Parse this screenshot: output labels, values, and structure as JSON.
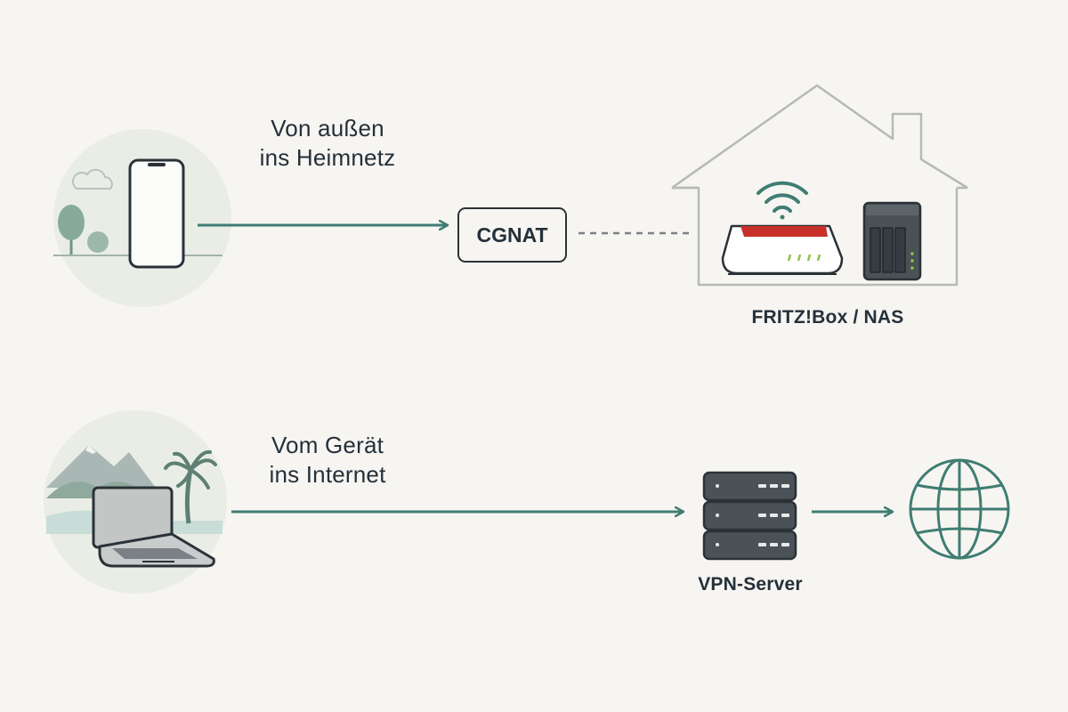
{
  "row1": {
    "title_line1": "Von außen",
    "title_line2": "ins Heimnetz",
    "middle_box": "CGNAT",
    "home_label": "FRITZ!Box / NAS"
  },
  "row2": {
    "title_line1": "Vom Gerät",
    "title_line2": "ins Internet",
    "server_label": "VPN-Server"
  },
  "icons": [
    "smartphone-icon",
    "laptop-icon",
    "router-icon",
    "nas-icon",
    "wifi-icon",
    "house-icon",
    "server-icon",
    "globe-icon"
  ],
  "colors": {
    "accent": "#3f7d73",
    "router_red": "#c8302b",
    "ink": "#2a3238",
    "background": "#f7f5f1"
  }
}
